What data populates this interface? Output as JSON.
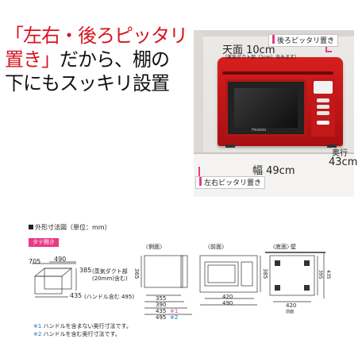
{
  "headline": {
    "line1_red": "「左右・後ろピッタリ",
    "line2_red": "置き」",
    "line2_black": "だから、棚の",
    "line3": "下にもスッキリ設置"
  },
  "photo": {
    "top_label_main": "天面 10cm",
    "top_label_sub": "（蒸気ダクト部（2cm）含みます）",
    "pill_back": "後ろピッタリ置き",
    "pill_sides": "左右ピッタリ置き",
    "width_label": "幅 49cm",
    "depth_label_1": "奥行",
    "depth_label_2": "43cm",
    "oven_logo": "Healsio"
  },
  "diagram": {
    "section_title": "外形寸法図（単位：mm）",
    "door_tag": "タテ開き",
    "open_dims": {
      "d705": "705",
      "d490": "490",
      "d385": "385",
      "d385_note": "(蒸気ダクト部",
      "d385_note2": "(20mm)含む)",
      "d435": "435",
      "d435_note": "(ハンドル含む 495)"
    },
    "side_view": {
      "label": "〈側面〉",
      "h365": "365",
      "w355": "355",
      "w390": "390",
      "w435": "435",
      "w495": "495",
      "n1": "※1",
      "n2": "※2"
    },
    "front_view": {
      "label": "〈前面〉",
      "h385": "385",
      "w420": "420",
      "w490": "490"
    },
    "bottom_view": {
      "label": "〈底面〉",
      "wall": "壁",
      "h395": "395",
      "h435": "435",
      "w420": "420",
      "front": "前面"
    },
    "notes": {
      "n1_mark": "※1",
      "n1_text": " ハンドルを含まない奥行寸法です。",
      "n2_mark": "※2",
      "n2_text": " ハンドルを含む奥行寸法です。"
    }
  }
}
